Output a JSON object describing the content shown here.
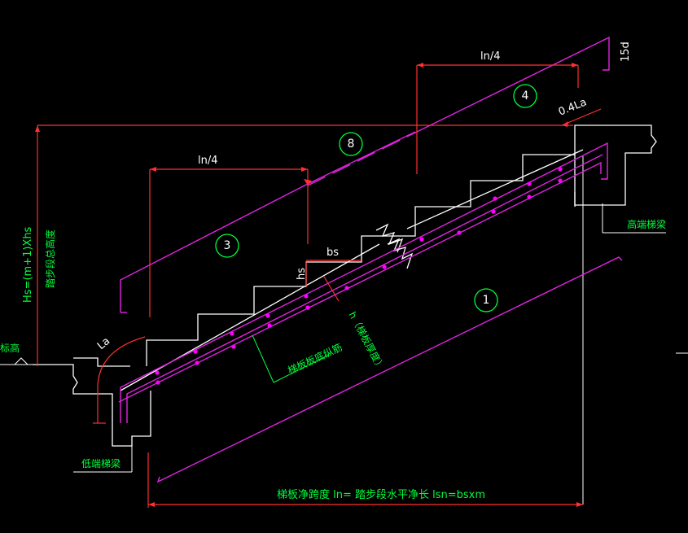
{
  "labels": {
    "ln4_top": "ln/4",
    "ln4_mid": "ln/4",
    "d15": "15d",
    "anchor_04la": "0.4La",
    "bs": "bs",
    "hs": "hs",
    "la": "La",
    "h_label": "h（梯板厚度）",
    "left_height": "Hs=(m+1)Xhs",
    "left_height_desc": "踏步段总高度",
    "elev": "标高",
    "high_beam": "高端梯梁",
    "low_beam": "低端梯梁",
    "slab_bottom": "梯板板底纵筋",
    "bottom_span": "梯板净跨度 ln=  踏步段水平净长 lsn=bsxm"
  },
  "bars": {
    "b1": "1",
    "b3": "3",
    "b4": "4",
    "b8": "8"
  },
  "colors": {
    "magenta": "#e024e0",
    "red": "#ff3030",
    "white": "#ffffff",
    "green": "#00ff3c",
    "dot": "#ff00ff"
  }
}
